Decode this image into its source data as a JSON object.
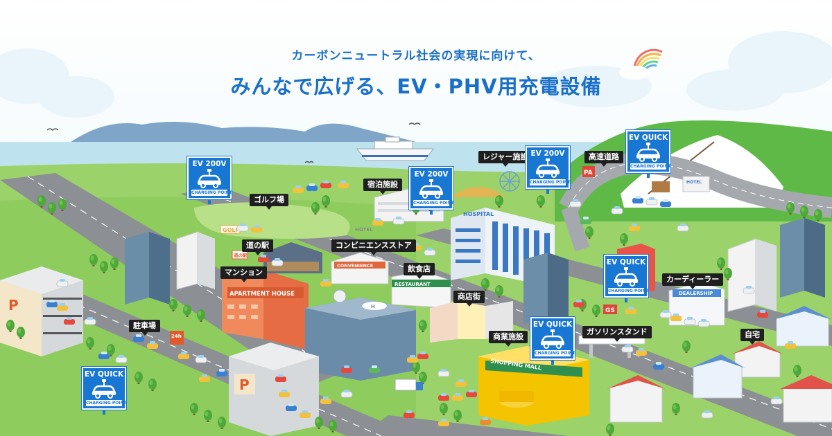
{
  "header": {
    "subtitle": "カーボンニュートラル社会の実現に向けて、",
    "title": "みんなで広げる、EV・PHV用充電設備"
  },
  "labels": {
    "golf": "ゴルフ場",
    "lodging": "宿泊施設",
    "leisure": "レジャー施設",
    "highway": "高速道路",
    "roadside_station": "道の駅",
    "convenience_store": "コンビニエンスストア",
    "mansion": "マンション",
    "restaurant": "飲食店",
    "shopping_street": "商店街",
    "dealer": "カーディーラー",
    "parking": "駐車場",
    "commercial": "商業施設",
    "gas_station": "ガソリンスタンド",
    "home": "自宅"
  },
  "signs": {
    "ev200v": "EV 200V",
    "ev_quick": "EV QUICK",
    "charging_point": "CHARGING POINT"
  },
  "building_text": {
    "hospital": "HOSPITAL",
    "hotel": "HOTEL",
    "hotel2": "HOTEL",
    "apartment": "APARTMENT HOUSE",
    "convenience": "CONVENIENCE",
    "restaurant": "RESTAURANT",
    "shopping_mall": "SHOPPING MALL",
    "dealership": "DEALERSHIP",
    "gs": "GS",
    "parking_p": "P",
    "parking_24h": "24h",
    "pa": "PA",
    "golf": "GOLF",
    "michinoeki": "道の駅"
  },
  "colors": {
    "title_blue": "#1a6fc9",
    "sign_blue": "#1877d2",
    "grass": "#9bd36a",
    "road": "#8c8f93",
    "sky": "#dff1f7",
    "sea": "#bfe3ee",
    "mall_yellow": "#f5c400"
  },
  "icons": [
    "ev-charging-car-icon",
    "rainbow-icon",
    "cloud-icon",
    "seagull-icon",
    "ship-icon",
    "ferris-wheel-icon"
  ]
}
